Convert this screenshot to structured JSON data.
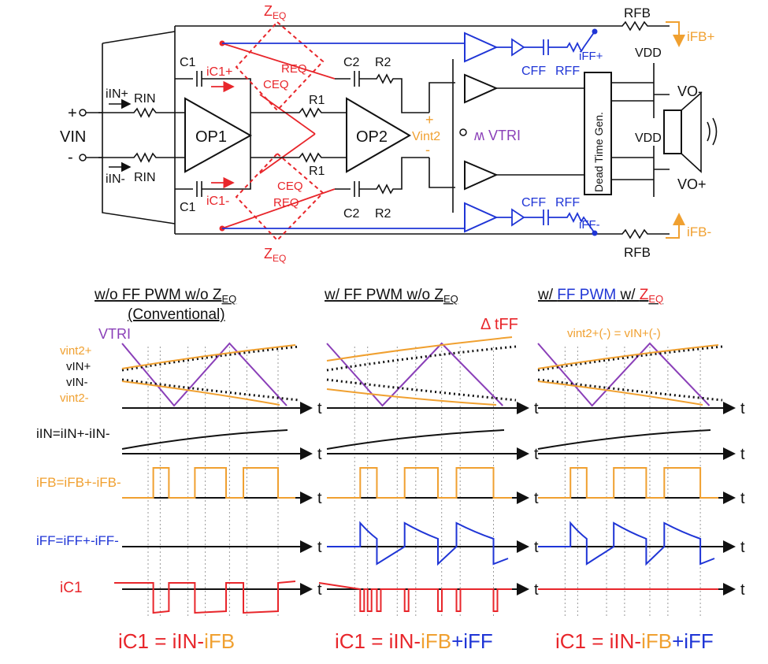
{
  "colors": {
    "black": "#111111",
    "red": "#e8262b",
    "blue": "#1f35d6",
    "orange": "#f0a030",
    "purple": "#8a3fb8"
  },
  "circuit": {
    "top_box_label": "Z",
    "top_box_sub": "EQ",
    "bottom_box_label": "Z",
    "bottom_box_sub": "EQ",
    "op1": "OP1",
    "op2": "OP2",
    "c1_top": "C1",
    "c1_bot": "C1",
    "c2_top": "C2",
    "r2_top": "R2",
    "c2_bot": "C2",
    "r2_bot": "R2",
    "r1_top": "R1",
    "r1_bot": "R1",
    "req_top": "REQ",
    "ceq_top": "CEQ",
    "req_bot": "REQ",
    "ceq_bot": "CEQ",
    "ic1_plus": "iC1+",
    "ic1_minus": "iC1-",
    "iin_plus": "iIN+",
    "iin_minus": "iIN-",
    "rin_top": "RIN",
    "rin_bot": "RIN",
    "vin": "VIN",
    "plus_sign": "+",
    "minus_sign": "-",
    "vint2": "Vint2",
    "vtri": "VTRI",
    "dead_time": "Dead Time Gen.",
    "vdd_top": "VDD",
    "vdd_bot": "VDD",
    "vo_minus": "VO-",
    "vo_plus": "VO+",
    "rfb_top": "RFB",
    "rfb_bot": "RFB",
    "ifb_plus": "iFB+",
    "ifb_minus": "iFB-",
    "cff_top": "CFF",
    "rff_top": "RFF",
    "cff_bot": "CFF",
    "rff_bot": "RFF",
    "iff_plus": "iFF+",
    "iff_minus": "iFF-"
  },
  "columns": [
    {
      "title_a": "w/o FF PWM w/o Z",
      "title_sub": "EQ",
      "title_b": "(Conventional)",
      "eq_prefix": "iC1 = iIN-",
      "eq_fb": "iFB",
      "eq_ff": ""
    },
    {
      "title_a": "w/ FF PWM w/o Z",
      "title_sub": "EQ",
      "title_b": "",
      "eq_prefix": "iC1 = iIN-",
      "eq_fb": "iFB",
      "eq_ff": "+iFF"
    },
    {
      "title_a": "w/ FF PWM w/ Z",
      "title_sub": "EQ",
      "title_b": "",
      "eq_prefix": "iC1 = iIN-",
      "eq_fb": "iFB",
      "eq_ff": "+iFF"
    }
  ],
  "waveform_labels": {
    "vtri": "VTRI",
    "vint2_plus": "vint2+",
    "vin_plus": "vIN+",
    "vin_minus": "vIN-",
    "vint2_minus": "vint2-",
    "iin_row": "iIN=iIN+-iIN-",
    "ifb_row": "iFB=iFB+-iFB-",
    "iff_row": "iFF=iFF+-iFF-",
    "ic1_row": "iC1",
    "t_axis": "t",
    "delta_tff": "Δ tFF",
    "col3_note": "vint2+(-) = vIN+(-)"
  }
}
